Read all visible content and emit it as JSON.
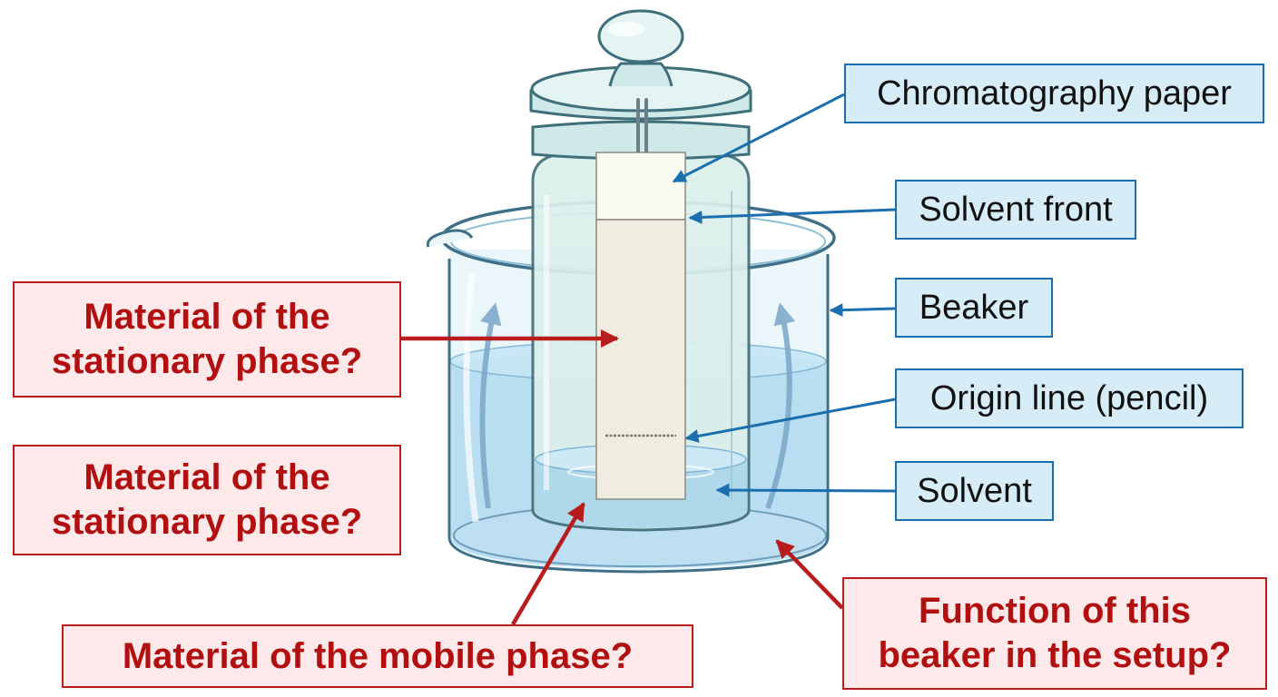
{
  "colors": {
    "label_blue_fill": "#d6ecf6",
    "label_blue_border": "#1b6fae",
    "label_red_fill": "#fde9e9",
    "label_red_border": "#b81c1c",
    "question_text": "#b21010",
    "solvent": "#a9d6ee",
    "glass": "#cfe9e8"
  },
  "labels": {
    "chromatography_paper": "Chromatography paper",
    "solvent_front": "Solvent front",
    "beaker": "Beaker",
    "origin_line": "Origin line (pencil)",
    "solvent": "Solvent"
  },
  "questions": {
    "stationary_phase_1": [
      "Material of the",
      "stationary phase?"
    ],
    "stationary_phase_2": [
      "Material of the",
      "stationary phase?"
    ],
    "mobile_phase": "Material of the mobile phase?",
    "beaker_function": [
      "Function of this",
      "beaker in the setup?"
    ]
  }
}
